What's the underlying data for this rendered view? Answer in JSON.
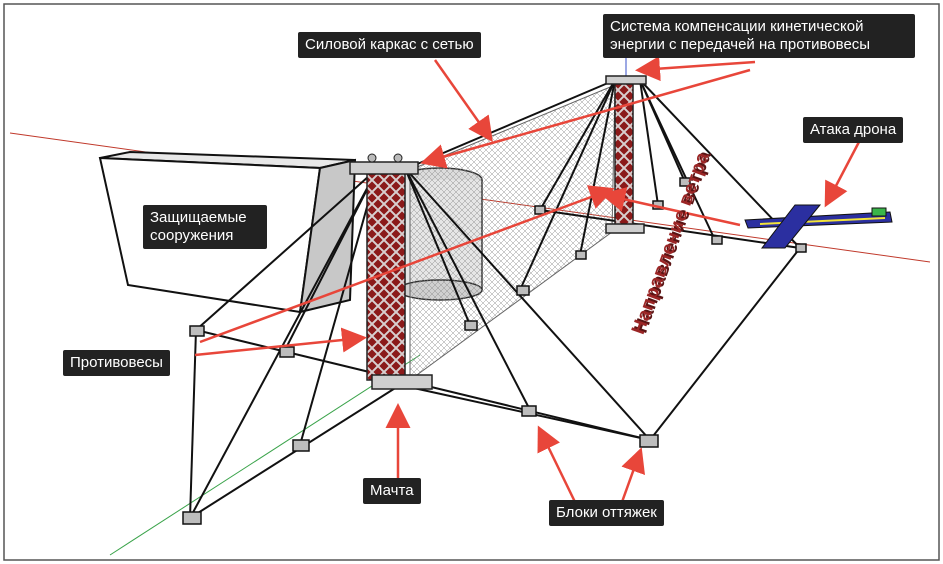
{
  "labels": {
    "frame_with_net": "Силовой каркас с сетью",
    "compensation_line1": "Система компенсации кинетической",
    "compensation_line2": "энергии с передачей на противовесы",
    "drone_attack": "Атака дрона",
    "protected_line1": "Защищаемые",
    "protected_line2": "сооружения",
    "counterweights": "Противовесы",
    "mast": "Мачта",
    "guy_blocks": "Блоки оттяжек"
  },
  "wind_direction_text": "Направление ветра",
  "colors": {
    "label_bg": "#222222",
    "label_text": "#ffffff",
    "arrow": "#e8463a",
    "mast_lattice": "#8b1a1a",
    "drone_body": "#2b2fa0",
    "drone_accent": "#f2e33a",
    "drone_tail": "#3ab54a",
    "wind_text": "#9b2626",
    "axis_red": "#c0392b",
    "axis_green": "#3aa34a",
    "axis_blue": "#3a52c8"
  }
}
